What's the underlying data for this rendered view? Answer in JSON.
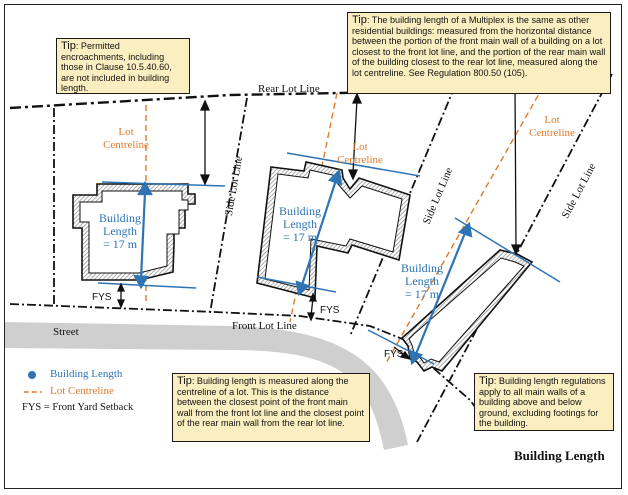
{
  "title": "Building Length",
  "tips": {
    "top_left": {
      "label": "Tip",
      "text": ": Permitted encroachments, including those in Clause 10.5.40.60, are not included in building length."
    },
    "top_right": {
      "label": "Tip",
      "text": ": The building length of a Multiplex is the same as other residential buildings:  measured from the horizontal distance between the portion of the front main wall of a building on a lot closest to the front lot line, and the portion of the rear main wall of the building closest to the rear lot line, measured along the lot centreline. See Regulation 800.50 (105)."
    },
    "bottom_center": {
      "label": "Tip",
      "text": ": Building length is measured along the centreline of a lot. This is the distance between the closest point of the front main wall from the front lot line and the closest point of the rear main wall from the rear lot line."
    },
    "bottom_right": {
      "label": "Tip",
      "text": ": Building length regulations apply to all main walls of a building above and below ground, excluding footings for the building."
    }
  },
  "labels": {
    "rear_lot_line": "Rear Lot Line",
    "front_lot_line": "Front Lot Line",
    "street": "Street",
    "side_lot_line": "Side Lot Line",
    "lot_centreline_1": "Lot",
    "lot_centreline_2": "Centreline",
    "building_length_1": "Building",
    "building_length_2": "Length",
    "building_length_3": "= 17 m",
    "fys": "FYS"
  },
  "legend": {
    "building_length": "Building Length",
    "lot_centreline": "Lot Centreline",
    "fys": "FYS = Front Yard Setback"
  },
  "colors": {
    "blue": "#2e74b5",
    "orange": "#e07b2a",
    "tip_fill": "#fbeec0",
    "street": "#cfcfcf"
  }
}
